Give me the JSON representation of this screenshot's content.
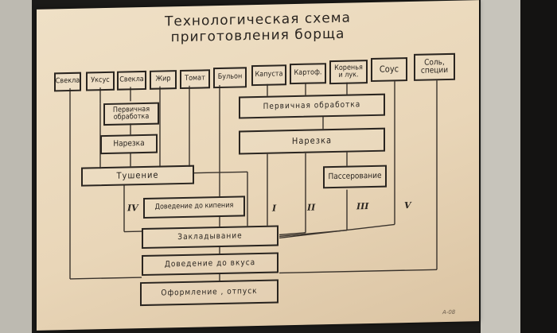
{
  "title": {
    "line1": "Технологическая схема",
    "line2": "приготовления  борща"
  },
  "ingredients": [
    "Свекла",
    "Уксус",
    "Свекла",
    "Жир",
    "Томат",
    "Бульон",
    "Капуста",
    "Картоф.",
    "Коренья и лук.",
    "Соус",
    "Соль, специи"
  ],
  "steps": {
    "primary_left": "Первичная обработка",
    "cut_left": "Нарезка",
    "stew": "Тушение",
    "primary_right": "Первичная обработка",
    "cut_right": "Нарезка",
    "saute": "Пассерование",
    "boil": "Доведение до кипения",
    "load": "Закладывание",
    "taste": "Доведение до вкуса",
    "serve": "Оформление , отпуск"
  },
  "roman": [
    "IV",
    "I",
    "II",
    "III",
    "V"
  ],
  "footer": "А-08"
}
